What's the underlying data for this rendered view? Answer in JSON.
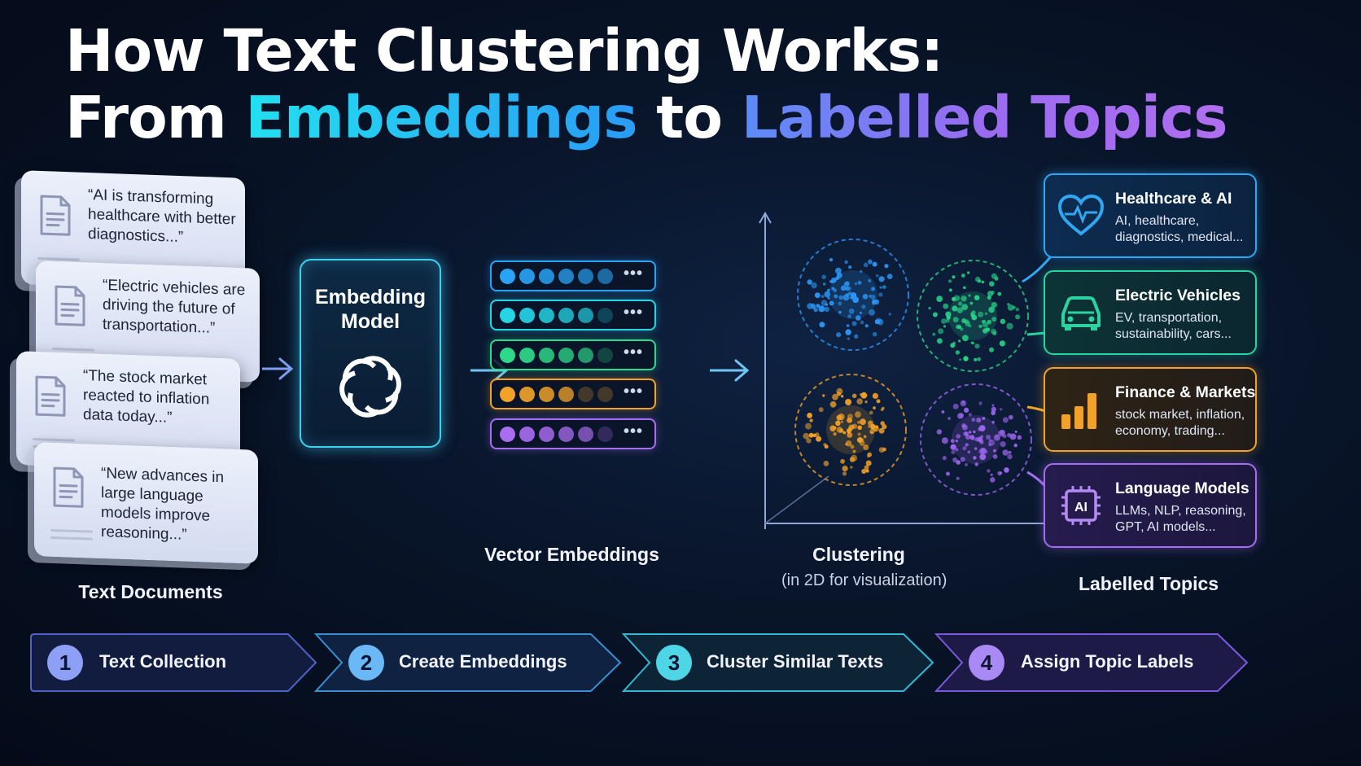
{
  "title": {
    "line1": "How Text Clustering Works:",
    "line2_pre": "From ",
    "line2_hl1": "Embeddings",
    "line2_mid": " to ",
    "line2_hl2": "Labelled Topics"
  },
  "documents": [
    {
      "text": "“AI is transforming healthcare with better diagnostics...”"
    },
    {
      "text": "“Electric vehicles are driving the future of transportation...”"
    },
    {
      "text": "“The stock market reacted to inflation data today...”"
    },
    {
      "text": "“New advances in large language models improve reasoning...”"
    }
  ],
  "documents_label": "Text Documents",
  "model": {
    "line1": "Embedding",
    "line2": "Model",
    "icon": "openai-logo-icon"
  },
  "vectors": {
    "label": "Vector Embeddings",
    "rows": [
      {
        "color": "#2aa3f5",
        "dots": 6
      },
      {
        "color": "#25d5e6",
        "dots": 5
      },
      {
        "color": "#2fd98a",
        "dots": 5
      },
      {
        "color": "#f0a22a",
        "dots": 4
      },
      {
        "color": "#a86df0",
        "dots": 5
      }
    ],
    "more": "•••"
  },
  "clustering": {
    "label": "Clustering",
    "sublabel": "(in 2D for visualization)",
    "clusters": [
      {
        "color": "#2a95f5"
      },
      {
        "color": "#26d488"
      },
      {
        "color": "#f1a028"
      },
      {
        "color": "#9d66f0"
      }
    ]
  },
  "topics": {
    "label": "Labelled Topics",
    "items": [
      {
        "name": "Healthcare & AI",
        "desc1": "AI, healthcare,",
        "desc2": "diagnostics, medical...",
        "color": "#2ea8f5",
        "icon": "heart-pulse-icon"
      },
      {
        "name": "Electric Vehicles",
        "desc1": "EV, transportation,",
        "desc2": "sustainability, cars...",
        "color": "#2ad3a0",
        "icon": "car-icon"
      },
      {
        "name": "Finance & Markets",
        "desc1": "stock market, inflation,",
        "desc2": "economy, trading...",
        "color": "#f0a22a",
        "icon": "bar-chart-icon"
      },
      {
        "name": "Language Models",
        "desc1": "LLMs, NLP, reasoning,",
        "desc2": "GPT, AI models...",
        "color": "#a46df0",
        "icon": "ai-chip-icon"
      }
    ]
  },
  "steps": [
    {
      "num": "1",
      "label": "Text Collection",
      "color": "#8ea0f5"
    },
    {
      "num": "2",
      "label": "Create Embeddings",
      "color": "#6ab8f5"
    },
    {
      "num": "3",
      "label": "Cluster Similar Texts",
      "color": "#4fd6e6"
    },
    {
      "num": "4",
      "label": "Assign Topic Labels",
      "color": "#a98af5"
    }
  ]
}
